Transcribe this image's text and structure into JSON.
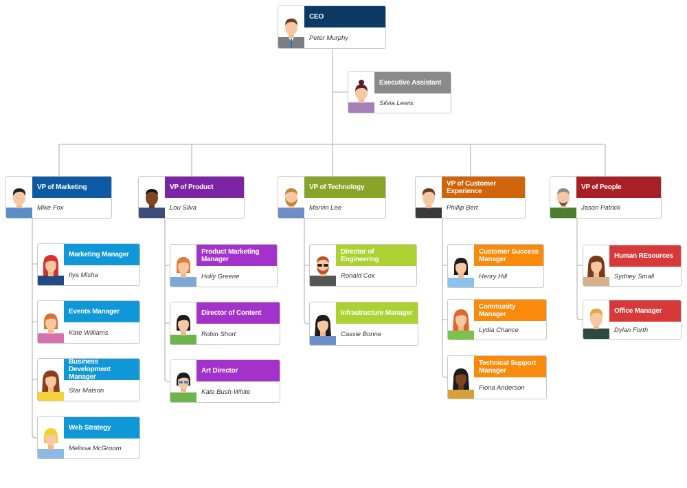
{
  "colors": {
    "connector": "#a8a8a8",
    "ceo": "#0b3963",
    "assistant": "#8a8a8a",
    "marketing": "#0b5aa3",
    "marketing_light": "#0f97d8",
    "product": "#7c24a6",
    "product_light": "#a232c9",
    "technology": "#8aa42a",
    "technology_light": "#abd232",
    "customer": "#d0640a",
    "customer_light": "#f98a0c",
    "people": "#a62025",
    "people_light": "#d7393b"
  },
  "nodes": [
    {
      "id": "ceo",
      "title": "CEO",
      "name": "Peter Murphy",
      "color": "#0b3963",
      "avatar": "man-suit-icon"
    },
    {
      "id": "ea",
      "title": "Executive Assistant",
      "name": "Silvia Lewis",
      "color": "#8a8a8a",
      "avatar": "woman-bun-icon"
    },
    {
      "id": "vp-marketing",
      "title": "VP of Marketing",
      "name": "Mike Fox",
      "color": "#0b5aa3",
      "avatar": "man-icon"
    },
    {
      "id": "vp-product",
      "title": "VP of Product",
      "name": "Lou Silva",
      "color": "#7c24a6",
      "avatar": "man-dark-icon"
    },
    {
      "id": "vp-technology",
      "title": "VP of Technology",
      "name": "Marvin Lee",
      "color": "#8aa42a",
      "avatar": "man-beard-icon"
    },
    {
      "id": "vp-customer",
      "title": "VP of Customer Experience",
      "name": "Phillip Bert",
      "color": "#d0640a",
      "avatar": "man-icon"
    },
    {
      "id": "vp-people",
      "title": "VP of People",
      "name": "Jason Patrick",
      "color": "#a62025",
      "avatar": "man-gray-beard-icon"
    },
    {
      "id": "mkt-manager",
      "title": "Marketing Manager",
      "name": "Ilya Misha",
      "color": "#0f97d8",
      "avatar": "woman-red-hair-icon"
    },
    {
      "id": "events",
      "title": "Events Manager",
      "name": "Kate Williams",
      "color": "#0f97d8",
      "avatar": "woman-icon"
    },
    {
      "id": "bizdev",
      "title": "Business Development Manager",
      "name": "Star Matson",
      "color": "#0f97d8",
      "avatar": "woman-long-hair-icon"
    },
    {
      "id": "web",
      "title": "Web Strategy",
      "name": "Melissa McGroom",
      "color": "#0f97d8",
      "avatar": "woman-blonde-icon"
    },
    {
      "id": "pmm",
      "title": "Product Marketing Manager",
      "name": "Holly Greene",
      "color": "#a232c9",
      "avatar": "woman-icon"
    },
    {
      "id": "content",
      "title": "Director of Content",
      "name": "Robin Short",
      "color": "#a232c9",
      "avatar": "woman-dark-hair-icon"
    },
    {
      "id": "art",
      "title": "Art Director",
      "name": "Kate Bush-White",
      "color": "#a232c9",
      "avatar": "woman-glasses-icon"
    },
    {
      "id": "eng",
      "title": "Director of Engineering",
      "name": "Ronald Cox",
      "color": "#abd232",
      "avatar": "man-sunglasses-icon"
    },
    {
      "id": "infra",
      "title": "Infrastructure Manager",
      "name": "Cassie Bonne",
      "color": "#abd232",
      "avatar": "woman-dark-hair-icon"
    },
    {
      "id": "csm",
      "title": "Customer Success Manager",
      "name": "Henry Hill",
      "color": "#f98a0c",
      "avatar": "woman-dark-hair-icon"
    },
    {
      "id": "community",
      "title": "Community Manager",
      "name": "Lydia Chance",
      "color": "#f98a0c",
      "avatar": "woman-icon"
    },
    {
      "id": "support",
      "title": "Technical Support Manager",
      "name": "Fiona Anderson",
      "color": "#f98a0c",
      "avatar": "woman-dark-skin-icon"
    },
    {
      "id": "hr",
      "title": "Human REsources",
      "name": "Sydney Small",
      "color": "#d7393b",
      "avatar": "woman-long-hair-icon"
    },
    {
      "id": "office",
      "title": "Office Manager",
      "name": "Dylan Forth",
      "color": "#d7393b",
      "avatar": "man-blond-icon"
    }
  ]
}
